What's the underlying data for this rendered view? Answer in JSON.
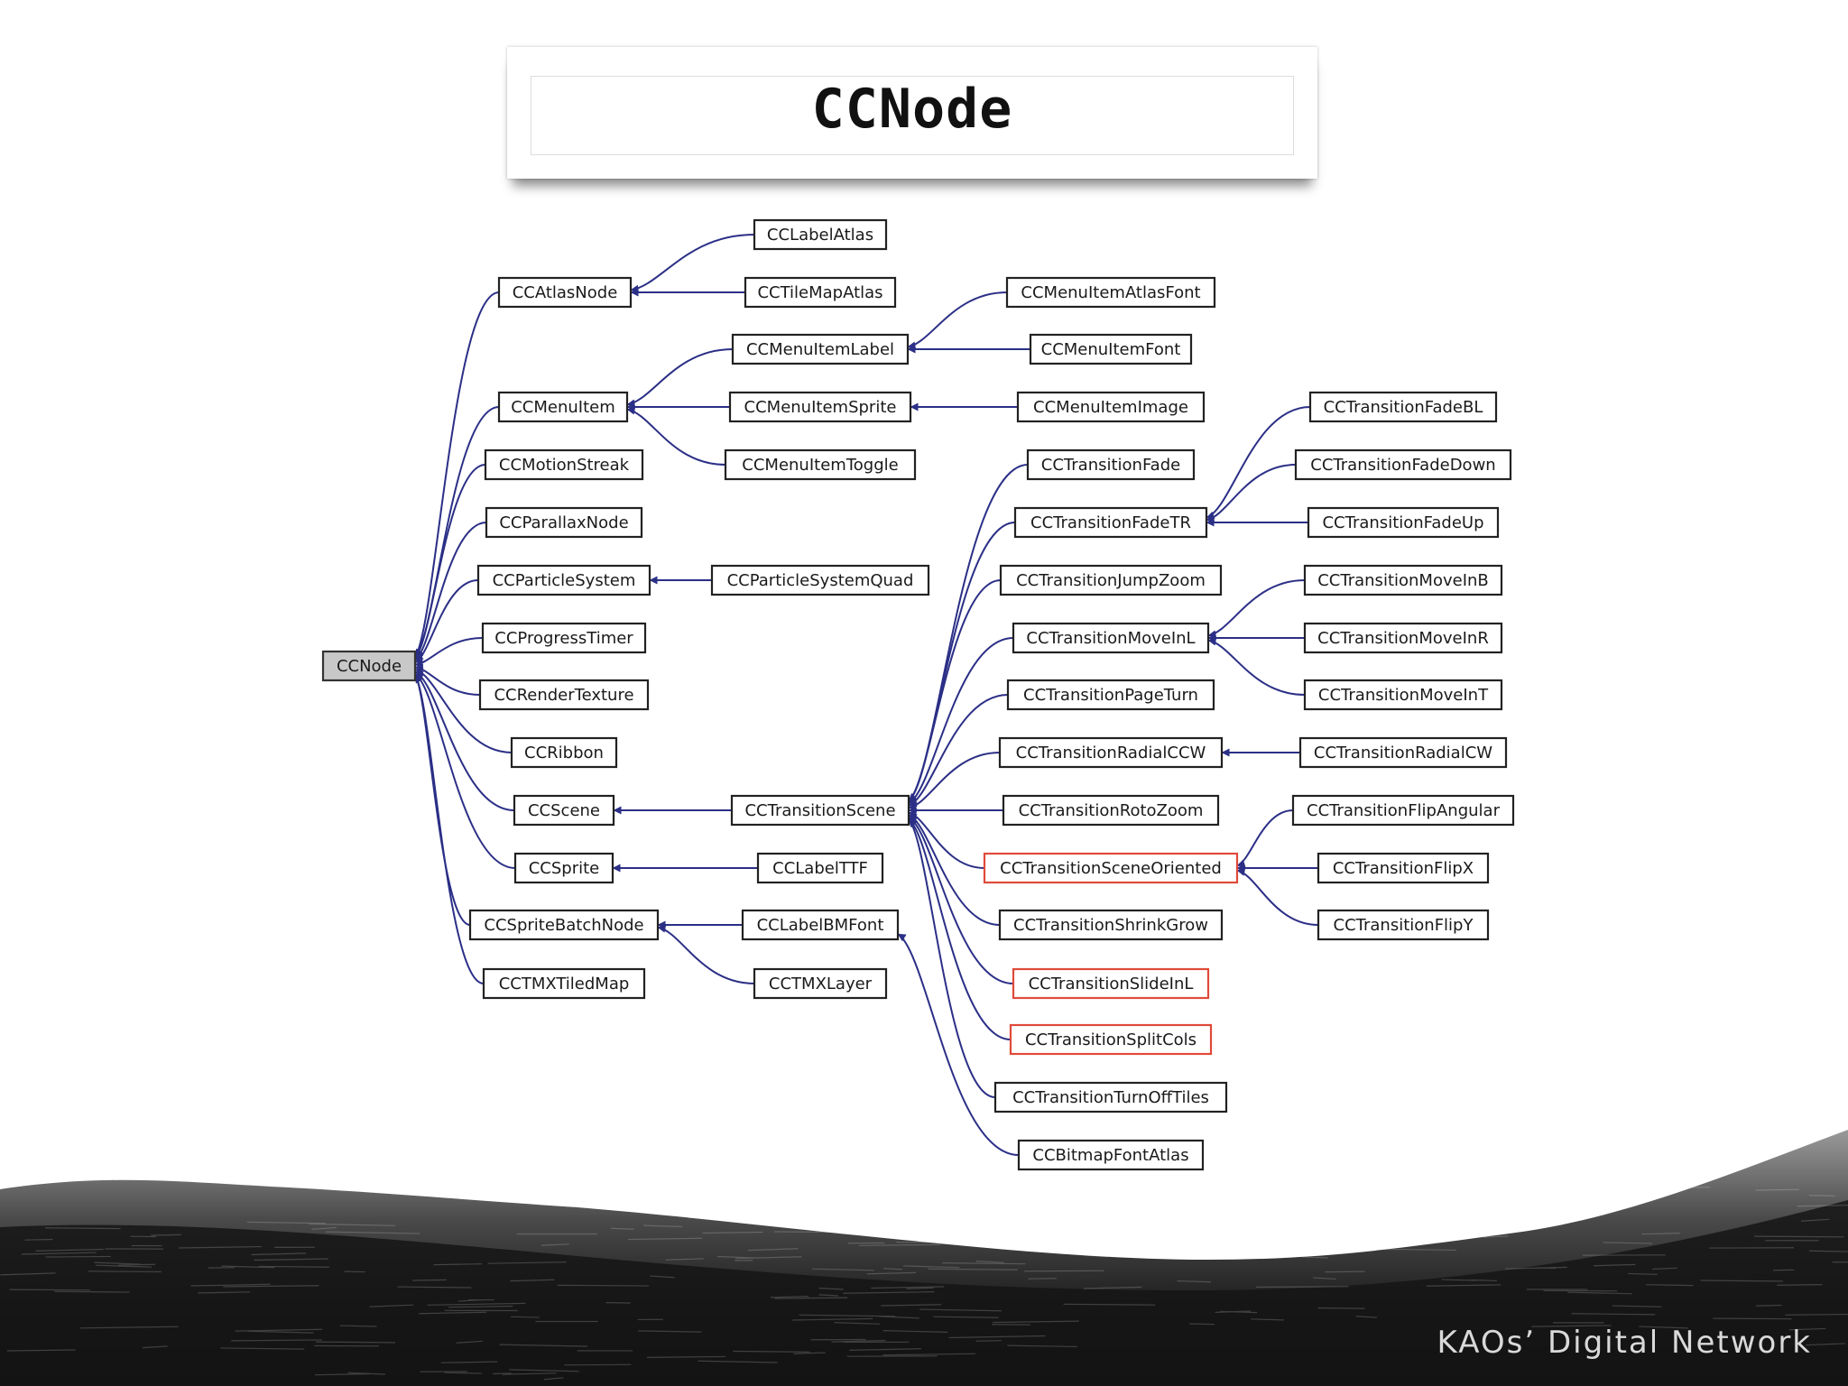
{
  "title": "CCNode",
  "watermark": "KAOs’ Digital Network",
  "colors": {
    "edge": "#2b2f86",
    "root_fill": "#c8c8c8",
    "highlight_border": "#e04a3a"
  },
  "diagram": {
    "nodes": [
      {
        "id": "CCNode",
        "label": "CCNode",
        "style": "root"
      },
      {
        "id": "CCAtlasNode",
        "label": "CCAtlasNode"
      },
      {
        "id": "CCMenuItem",
        "label": "CCMenuItem"
      },
      {
        "id": "CCMotionStreak",
        "label": "CCMotionStreak"
      },
      {
        "id": "CCParallaxNode",
        "label": "CCParallaxNode"
      },
      {
        "id": "CCParticleSystem",
        "label": "CCParticleSystem"
      },
      {
        "id": "CCProgressTimer",
        "label": "CCProgressTimer"
      },
      {
        "id": "CCRenderTexture",
        "label": "CCRenderTexture"
      },
      {
        "id": "CCRibbon",
        "label": "CCRibbon"
      },
      {
        "id": "CCScene",
        "label": "CCScene"
      },
      {
        "id": "CCSprite",
        "label": "CCSprite"
      },
      {
        "id": "CCSpriteBatchNode",
        "label": "CCSpriteBatchNode"
      },
      {
        "id": "CCTMXTiledMap",
        "label": "CCTMXTiledMap"
      },
      {
        "id": "CCLabelAtlas",
        "label": "CCLabelAtlas"
      },
      {
        "id": "CCTileMapAtlas",
        "label": "CCTileMapAtlas"
      },
      {
        "id": "CCMenuItemLabel",
        "label": "CCMenuItemLabel"
      },
      {
        "id": "CCMenuItemSprite",
        "label": "CCMenuItemSprite"
      },
      {
        "id": "CCMenuItemToggle",
        "label": "CCMenuItemToggle"
      },
      {
        "id": "CCParticleSystemQuad",
        "label": "CCParticleSystemQuad"
      },
      {
        "id": "CCTransitionScene",
        "label": "CCTransitionScene"
      },
      {
        "id": "CCLabelTTF",
        "label": "CCLabelTTF"
      },
      {
        "id": "CCLabelBMFont",
        "label": "CCLabelBMFont"
      },
      {
        "id": "CCTMXLayer",
        "label": "CCTMXLayer"
      },
      {
        "id": "CCMenuItemAtlasFont",
        "label": "CCMenuItemAtlasFont"
      },
      {
        "id": "CCMenuItemFont",
        "label": "CCMenuItemFont"
      },
      {
        "id": "CCMenuItemImage",
        "label": "CCMenuItemImage"
      },
      {
        "id": "CCTransitionFade",
        "label": "CCTransitionFade"
      },
      {
        "id": "CCTransitionFadeTR",
        "label": "CCTransitionFadeTR"
      },
      {
        "id": "CCTransitionJumpZoom",
        "label": "CCTransitionJumpZoom"
      },
      {
        "id": "CCTransitionMoveInL",
        "label": "CCTransitionMoveInL"
      },
      {
        "id": "CCTransitionPageTurn",
        "label": "CCTransitionPageTurn"
      },
      {
        "id": "CCTransitionRadialCCW",
        "label": "CCTransitionRadialCCW"
      },
      {
        "id": "CCTransitionRotoZoom",
        "label": "CCTransitionRotoZoom"
      },
      {
        "id": "CCTransitionSceneOriented",
        "label": "CCTransitionSceneOriented",
        "style": "highlight"
      },
      {
        "id": "CCTransitionShrinkGrow",
        "label": "CCTransitionShrinkGrow"
      },
      {
        "id": "CCTransitionSlideInL",
        "label": "CCTransitionSlideInL",
        "style": "highlight"
      },
      {
        "id": "CCTransitionSplitCols",
        "label": "CCTransitionSplitCols",
        "style": "highlight"
      },
      {
        "id": "CCTransitionTurnOffTiles",
        "label": "CCTransitionTurnOffTiles"
      },
      {
        "id": "CCBitmapFontAtlas",
        "label": "CCBitmapFontAtlas"
      },
      {
        "id": "CCTransitionFadeBL",
        "label": "CCTransitionFadeBL"
      },
      {
        "id": "CCTransitionFadeDown",
        "label": "CCTransitionFadeDown"
      },
      {
        "id": "CCTransitionFadeUp",
        "label": "CCTransitionFadeUp"
      },
      {
        "id": "CCTransitionMoveInB",
        "label": "CCTransitionMoveInB"
      },
      {
        "id": "CCTransitionMoveInR",
        "label": "CCTransitionMoveInR"
      },
      {
        "id": "CCTransitionMoveInT",
        "label": "CCTransitionMoveInT"
      },
      {
        "id": "CCTransitionRadialCW",
        "label": "CCTransitionRadialCW"
      },
      {
        "id": "CCTransitionFlipAngular",
        "label": "CCTransitionFlipAngular"
      },
      {
        "id": "CCTransitionFlipX",
        "label": "CCTransitionFlipX"
      },
      {
        "id": "CCTransitionFlipY",
        "label": "CCTransitionFlipY"
      }
    ],
    "edges": [
      [
        "CCAtlasNode",
        "CCNode"
      ],
      [
        "CCMenuItem",
        "CCNode"
      ],
      [
        "CCMotionStreak",
        "CCNode"
      ],
      [
        "CCParallaxNode",
        "CCNode"
      ],
      [
        "CCParticleSystem",
        "CCNode"
      ],
      [
        "CCProgressTimer",
        "CCNode"
      ],
      [
        "CCRenderTexture",
        "CCNode"
      ],
      [
        "CCRibbon",
        "CCNode"
      ],
      [
        "CCScene",
        "CCNode"
      ],
      [
        "CCSprite",
        "CCNode"
      ],
      [
        "CCSpriteBatchNode",
        "CCNode"
      ],
      [
        "CCTMXTiledMap",
        "CCNode"
      ],
      [
        "CCLabelAtlas",
        "CCAtlasNode"
      ],
      [
        "CCTileMapAtlas",
        "CCAtlasNode"
      ],
      [
        "CCMenuItemLabel",
        "CCMenuItem"
      ],
      [
        "CCMenuItemSprite",
        "CCMenuItem"
      ],
      [
        "CCMenuItemToggle",
        "CCMenuItem"
      ],
      [
        "CCParticleSystemQuad",
        "CCParticleSystem"
      ],
      [
        "CCTransitionScene",
        "CCScene"
      ],
      [
        "CCLabelTTF",
        "CCSprite"
      ],
      [
        "CCLabelBMFont",
        "CCSpriteBatchNode"
      ],
      [
        "CCTMXLayer",
        "CCSpriteBatchNode"
      ],
      [
        "CCMenuItemAtlasFont",
        "CCMenuItemLabel"
      ],
      [
        "CCMenuItemFont",
        "CCMenuItemLabel"
      ],
      [
        "CCMenuItemImage",
        "CCMenuItemSprite"
      ],
      [
        "CCTransitionFade",
        "CCTransitionScene"
      ],
      [
        "CCTransitionFadeTR",
        "CCTransitionScene"
      ],
      [
        "CCTransitionJumpZoom",
        "CCTransitionScene"
      ],
      [
        "CCTransitionMoveInL",
        "CCTransitionScene"
      ],
      [
        "CCTransitionPageTurn",
        "CCTransitionScene"
      ],
      [
        "CCTransitionRadialCCW",
        "CCTransitionScene"
      ],
      [
        "CCTransitionRotoZoom",
        "CCTransitionScene"
      ],
      [
        "CCTransitionSceneOriented",
        "CCTransitionScene"
      ],
      [
        "CCTransitionShrinkGrow",
        "CCTransitionScene"
      ],
      [
        "CCTransitionSlideInL",
        "CCTransitionScene"
      ],
      [
        "CCTransitionSplitCols",
        "CCTransitionScene"
      ],
      [
        "CCTransitionTurnOffTiles",
        "CCTransitionScene"
      ],
      [
        "CCBitmapFontAtlas",
        "CCLabelBMFont"
      ],
      [
        "CCTransitionFadeBL",
        "CCTransitionFadeTR"
      ],
      [
        "CCTransitionFadeDown",
        "CCTransitionFadeTR"
      ],
      [
        "CCTransitionFadeUp",
        "CCTransitionFadeTR"
      ],
      [
        "CCTransitionMoveInB",
        "CCTransitionMoveInL"
      ],
      [
        "CCTransitionMoveInR",
        "CCTransitionMoveInL"
      ],
      [
        "CCTransitionMoveInT",
        "CCTransitionMoveInL"
      ],
      [
        "CCTransitionRadialCW",
        "CCTransitionRadialCCW"
      ],
      [
        "CCTransitionFlipAngular",
        "CCTransitionSceneOriented"
      ],
      [
        "CCTransitionFlipX",
        "CCTransitionSceneOriented"
      ],
      [
        "CCTransitionFlipY",
        "CCTransitionSceneOriented"
      ]
    ]
  }
}
